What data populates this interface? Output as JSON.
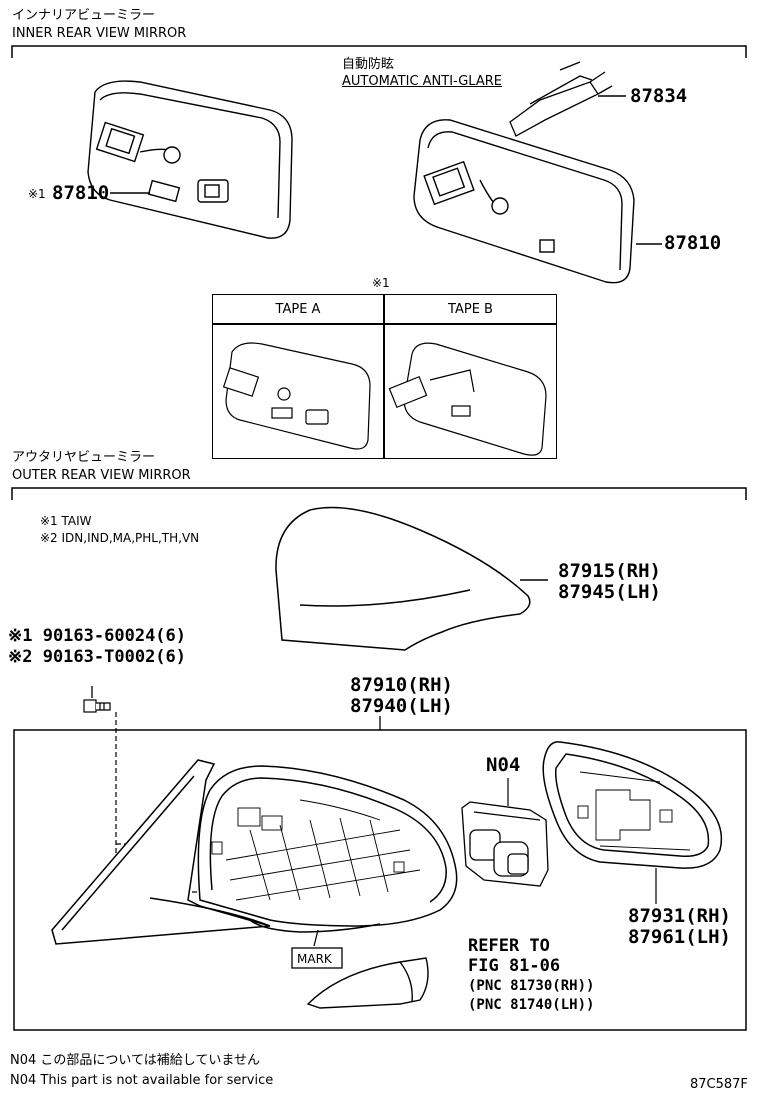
{
  "inner": {
    "title_jp": "インナリアビューミラー",
    "title_en": "INNER REAR VIEW MIRROR",
    "anti_glare_jp": "自動防眩",
    "anti_glare_en": "AUTOMATIC ANTI-GLARE",
    "parts": {
      "mirror_left": "87810",
      "mirror_left_mark": "※1",
      "harness": "87834",
      "mirror_right": "87810"
    },
    "tape_table": {
      "note": "※1",
      "tape_a": "TAPE A",
      "tape_b": "TAPE B"
    }
  },
  "outer": {
    "title_jp": "アウタリヤビューミラー",
    "title_en": "OUTER REAR VIEW MIRROR",
    "notes": [
      "※1 TAIW",
      "※2 IDN,IND,MA,PHL,TH,VN"
    ],
    "cover_parts": [
      "87915(RH)",
      "87945(LH)"
    ],
    "screw_parts": [
      "※1 90163-60024(6)",
      "※2 90163-T0002(6)"
    ],
    "assy_parts": [
      "87910(RH)",
      "87940(LH)"
    ],
    "motor_part": "N04",
    "glass_parts": [
      "87931(RH)",
      "87961(LH)"
    ],
    "mark_label": "MARK",
    "refer": [
      "REFER TO",
      "FIG 81-06",
      "(PNC 81730(RH))",
      "(PNC 81740(LH))"
    ]
  },
  "footer": {
    "note_jp": "N04 この部品については補給していません",
    "note_en": "N04 This part is not available for service",
    "code": "87C587F"
  }
}
